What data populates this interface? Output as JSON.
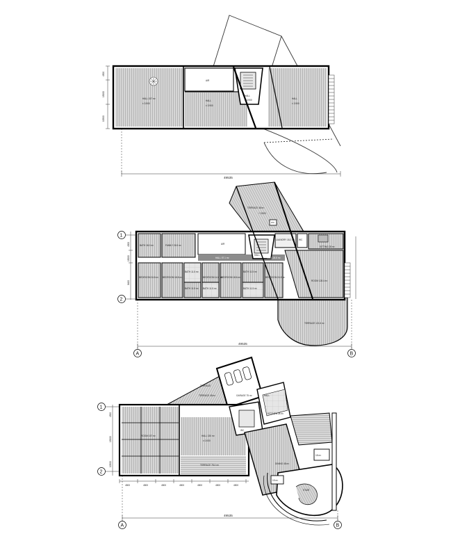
{
  "plans": {
    "top": {
      "overall_dimension": "49535",
      "side_dims": [
        "4500",
        "15000",
        "10500"
      ],
      "rooms": {
        "left_hall": "HALL 157 m²",
        "left_hall_level": "± 3.900",
        "air": "AIR",
        "mid_hall": "HALL",
        "mid_level": "± 3.900",
        "stair_hall": "HALL",
        "stair_level": "± 3.900",
        "right_hall": "HALL",
        "right_level": "± 3.900"
      }
    },
    "middle": {
      "overall_dimension": "49535",
      "grid_rows": [
        "1",
        "2"
      ],
      "grid_cols": [
        "A",
        "B"
      ],
      "side_dims": [
        "4500",
        "15000",
        "8400"
      ],
      "rooms": {
        "terrace_top": "TERRACE 48 m²",
        "terrace_top_level": "+ 3.900",
        "bath_1": "BATH 18.0 m²",
        "family": "FAMILY 26.5 m²",
        "air": "AIR",
        "wc": "WC",
        "laundry": "LAUNDRY 18.2 m²",
        "hall_small": "HALL",
        "hall_corridor": "HALL 57.1 m²",
        "hall_corridor_2": "HALL 26.5 m²",
        "sitting": "SITTING 28 m²",
        "bedroom_1": "BEDROOM 24.8 m²",
        "bedroom_2": "BEDROOM 18.8 m²",
        "bedroom_3": "BEDROOM 14.6 m²",
        "bedroom_4": "BEDROOM 18.6 m²",
        "bedroom_5": "BEDROOM 24.8 m²",
        "bath_2": "BATH 11.5 m²",
        "bath_3": "BATH 11.5 m²",
        "bath_4": "BATH 11.5 m²",
        "bath_5": "BATH 11.5 m²",
        "bath_6": "BATH 11.5 m²",
        "big_room": "ROOM 128.4 m²",
        "terrace_bottom": "TERRACE 121.6 m²"
      }
    },
    "bottom": {
      "overall_dimension": "49535",
      "grid_rows": [
        "1",
        "2"
      ],
      "grid_cols": [
        "A",
        "B"
      ],
      "side_dims": [
        "4500",
        "15000",
        "10500"
      ],
      "bottom_dims": [
        "4500",
        "4500",
        "4500",
        "4500",
        "4500",
        "4500",
        "4500"
      ],
      "rooms": {
        "garage": "GARAGE 75 m²",
        "hall_top": "HALL",
        "terrace_upper": "TERRACE 48 m²",
        "terrace_left": "TERRACE",
        "kitchen": "KITCHEN 28 m²",
        "wc": "WC",
        "open_room": "ROOM 157 m²",
        "hall_main": "HALL 130 m²",
        "hall_main_level": "± 0.000",
        "terrace_lower": "TERRACE 78.4 m²",
        "dining": "DINING 48 m²",
        "room_right_top": "18 m²",
        "room_right_low": "15 m²",
        "room_left_low": "15 m²",
        "stair": "STAIR"
      }
    }
  }
}
